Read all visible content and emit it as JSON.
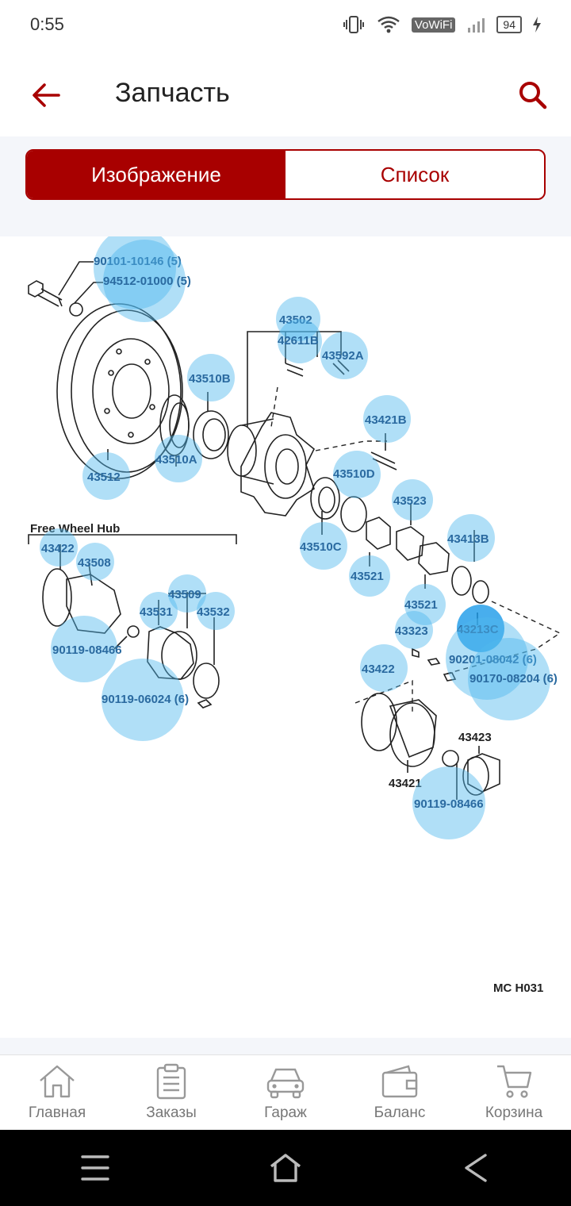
{
  "status": {
    "time": "0:55",
    "vowifi": "VoWiFi",
    "battery": "94"
  },
  "header": {
    "title": "Запчасть"
  },
  "tabs": [
    {
      "label": "Изображение",
      "active": true
    },
    {
      "label": "Список",
      "active": false
    }
  ],
  "diagram": {
    "section_title": "Free Wheel Hub",
    "code": "MC  H031",
    "parts": [
      {
        "id": "p1",
        "label": "90101-10146 (5)"
      },
      {
        "id": "p2",
        "label": "94512-01000 (5)"
      },
      {
        "id": "p3",
        "label": "43502"
      },
      {
        "id": "p4",
        "label": "42611B"
      },
      {
        "id": "p5",
        "label": "43592A"
      },
      {
        "id": "p6",
        "label": "43510B"
      },
      {
        "id": "p7",
        "label": "43421B"
      },
      {
        "id": "p8",
        "label": "43510A"
      },
      {
        "id": "p9",
        "label": "43512"
      },
      {
        "id": "p10",
        "label": "43510D"
      },
      {
        "id": "p11",
        "label": "43523"
      },
      {
        "id": "p12",
        "label": "43510C"
      },
      {
        "id": "p13",
        "label": "43413B"
      },
      {
        "id": "p14",
        "label": "43521"
      },
      {
        "id": "p15",
        "label": "43422"
      },
      {
        "id": "p16",
        "label": "43508"
      },
      {
        "id": "p17",
        "label": "43509"
      },
      {
        "id": "p18",
        "label": "43521"
      },
      {
        "id": "p19",
        "label": "43531"
      },
      {
        "id": "p20",
        "label": "43532"
      },
      {
        "id": "p21",
        "label": "43213C"
      },
      {
        "id": "p22",
        "label": "43323"
      },
      {
        "id": "p23",
        "label": "90119-08466"
      },
      {
        "id": "p24",
        "label": "90201-08042 (6)"
      },
      {
        "id": "p25",
        "label": "43422"
      },
      {
        "id": "p26",
        "label": "90170-08204 (6)"
      },
      {
        "id": "p27",
        "label": "90119-06024 (6)"
      },
      {
        "id": "p28",
        "label": "43423"
      },
      {
        "id": "p29",
        "label": "43421"
      },
      {
        "id": "p30",
        "label": "90119-08466"
      }
    ]
  },
  "bottom_nav": [
    {
      "label": "Главная",
      "icon": "home-icon"
    },
    {
      "label": "Заказы",
      "icon": "orders-icon"
    },
    {
      "label": "Гараж",
      "icon": "car-icon"
    },
    {
      "label": "Баланс",
      "icon": "wallet-icon"
    },
    {
      "label": "Корзина",
      "icon": "cart-icon"
    }
  ],
  "colors": {
    "accent": "#a80000",
    "hotspot": "#4fb7ee"
  }
}
